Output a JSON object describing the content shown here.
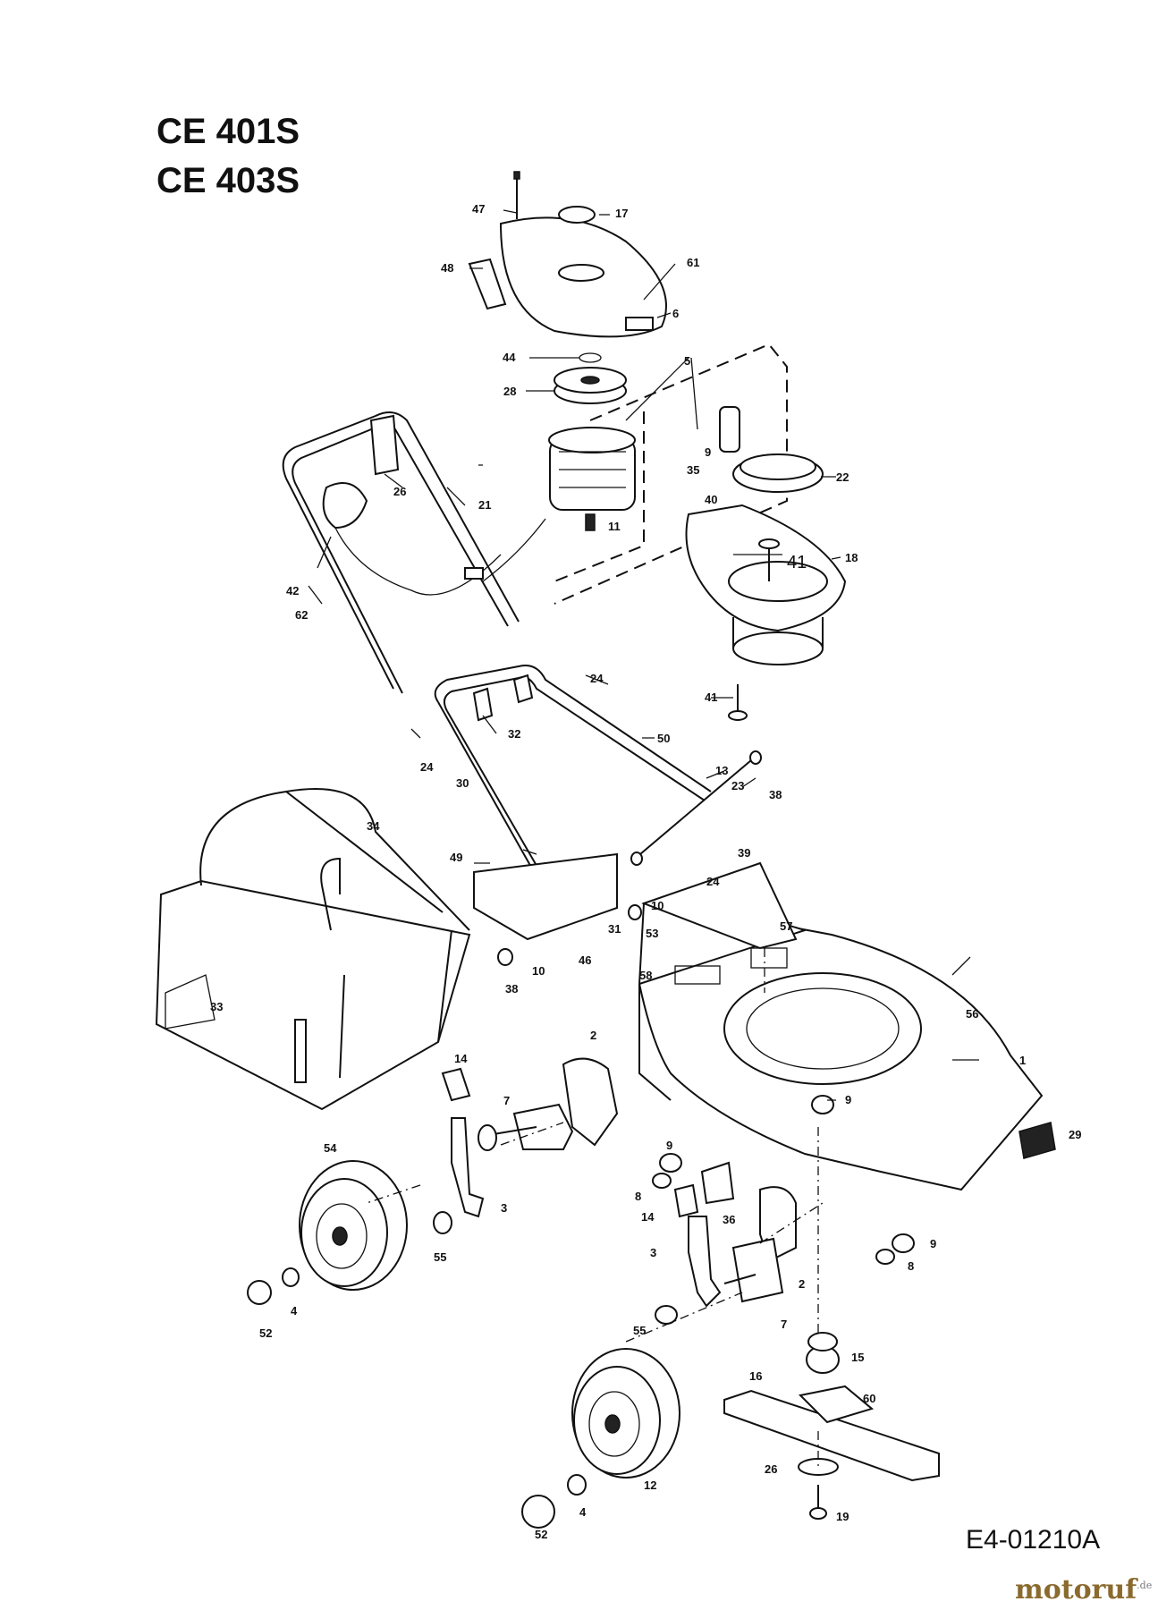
{
  "models": [
    "CE 401S",
    "CE 403S"
  ],
  "drawing_code": "E4-01210A",
  "watermark": {
    "brand": "motoruf",
    "tld": ".de",
    "color": "#8a6a2e"
  },
  "part_labels": [
    "47",
    "17",
    "48",
    "61",
    "6",
    "44",
    "5",
    "28",
    "9",
    "35",
    "22",
    "40",
    "26",
    "21",
    "11",
    "41",
    "18",
    "42",
    "62",
    "24",
    "32",
    "50",
    "13",
    "23",
    "38",
    "30",
    "39",
    "34",
    "49",
    "10",
    "53",
    "31",
    "46",
    "57",
    "58",
    "56",
    "33",
    "2",
    "14",
    "1",
    "7",
    "29",
    "8",
    "54",
    "3",
    "36",
    "55",
    "4",
    "52",
    "15",
    "16",
    "60",
    "12",
    "19"
  ]
}
